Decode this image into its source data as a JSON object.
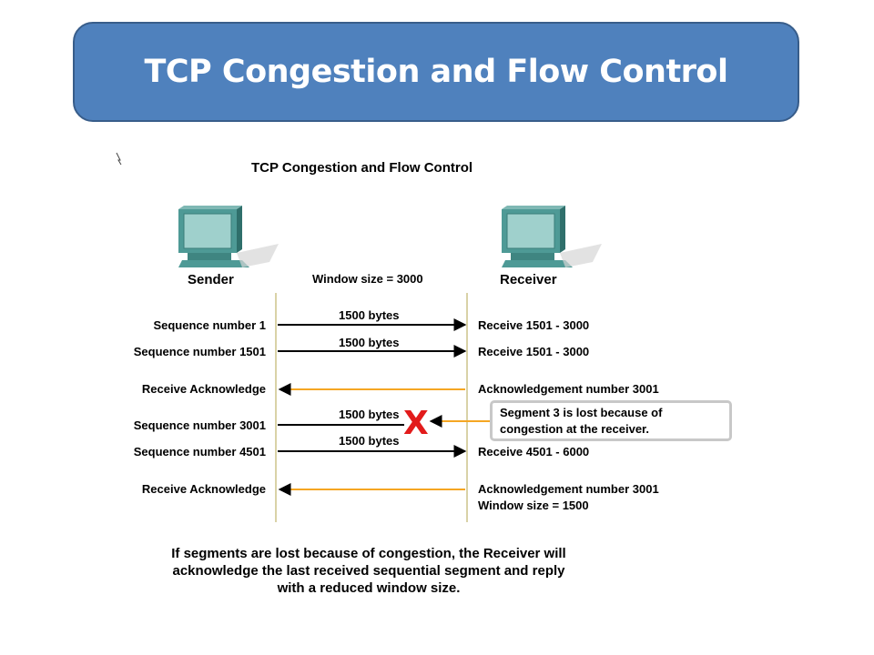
{
  "slide": {
    "title": "TCP Congestion and Flow Control"
  },
  "diagram": {
    "title": "TCP Congestion and Flow Control",
    "sender_label": "Sender",
    "receiver_label": "Receiver",
    "window_size_label": "Window size = 3000",
    "rows": [
      {
        "sender_text": "Sequence number 1",
        "arrow_text": "1500 bytes",
        "direction": "to-receiver",
        "receiver_text": "Receive 1501 - 3000",
        "color": "#000000"
      },
      {
        "sender_text": "Sequence number 1501",
        "arrow_text": "1500 bytes",
        "direction": "to-receiver",
        "receiver_text": "Receive 1501 - 3000",
        "color": "#000000"
      },
      {
        "sender_text": "Receive Acknowledge",
        "arrow_text": "",
        "direction": "to-sender",
        "receiver_text": "Acknowledgement number 3001",
        "color": "#f5a623"
      },
      {
        "sender_text": "Sequence number 3001",
        "arrow_text": "1500 bytes",
        "direction": "lost",
        "receiver_text": "",
        "color": "#000000"
      },
      {
        "sender_text": "Sequence number 4501",
        "arrow_text": "1500 bytes",
        "direction": "to-receiver",
        "receiver_text": "Receive 4501 - 6000",
        "color": "#000000"
      },
      {
        "sender_text": "Receive Acknowledge",
        "arrow_text": "",
        "direction": "to-sender",
        "receiver_text": "Acknowledgement number 3001",
        "receiver_text_2": "Window size = 1500",
        "color": "#f5a623"
      }
    ],
    "lost_marker": "X",
    "callout": {
      "line1": "Segment 3 is lost because of",
      "line2": "congestion at the receiver."
    },
    "caption_lines": [
      "If segments are lost because of congestion, the Receiver will",
      "acknowledge the last received sequential segment and reply",
      "with a reduced window size."
    ],
    "colors": {
      "title_bg": "#4f81bd",
      "ack_arrow": "#f5a623",
      "lost_x": "#e21b1b",
      "computer": "#4e9a96"
    }
  }
}
